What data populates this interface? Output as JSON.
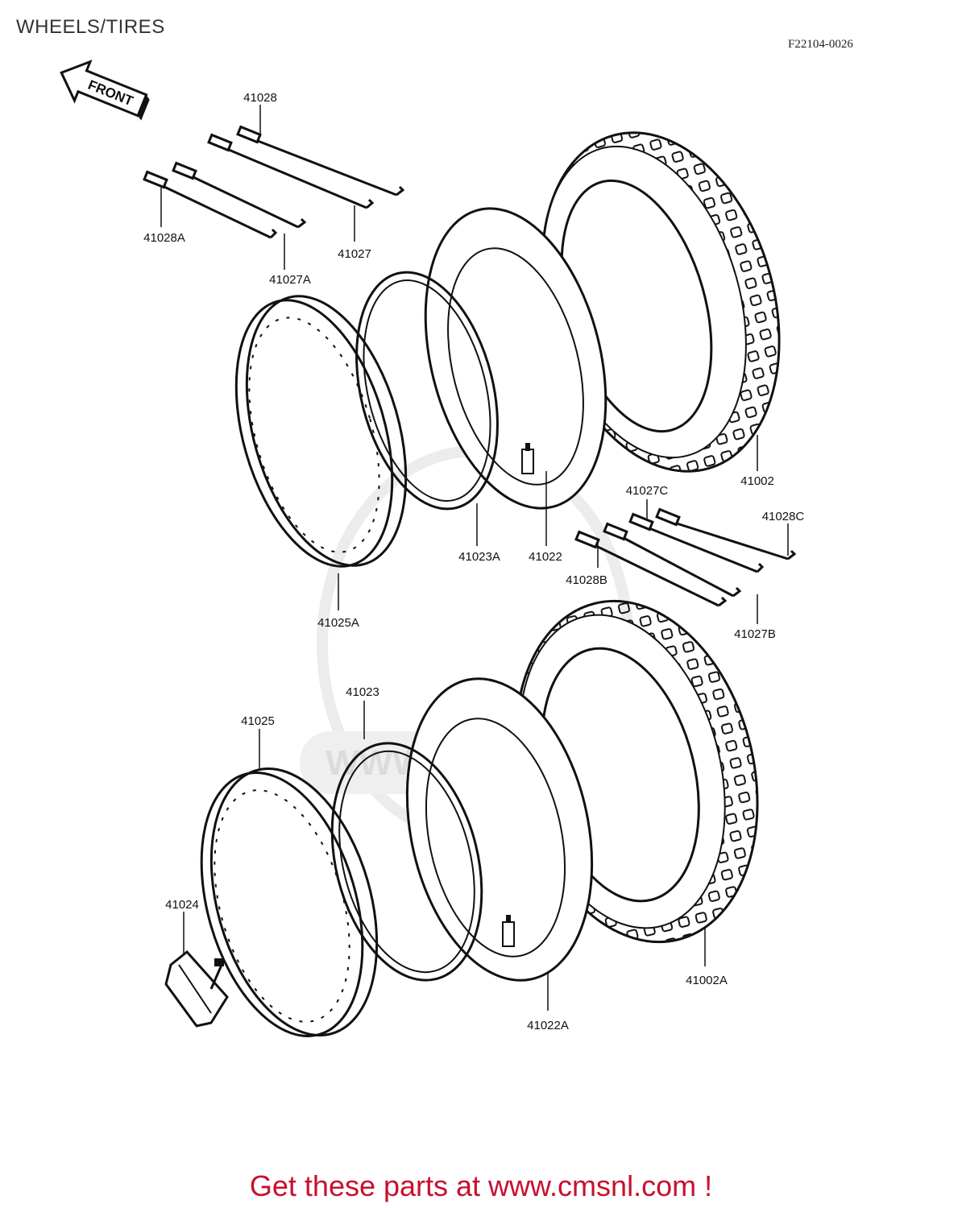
{
  "header": {
    "title": "WHEELS/TIRES",
    "diagram_code": "F22104-0026"
  },
  "front_arrow": {
    "label": "FRONT"
  },
  "watermark": {
    "text": "WWW.CMSNL.COM"
  },
  "parts": {
    "p41028": "41028",
    "p41027": "41027",
    "p41028A": "41028A",
    "p41027A": "41027A",
    "p41002": "41002",
    "p41023A": "41023A",
    "p41022": "41022",
    "p41025A": "41025A",
    "p41027C": "41027C",
    "p41028C": "41028C",
    "p41028B": "41028B",
    "p41027B": "41027B",
    "p41023": "41023",
    "p41025": "41025",
    "p41024": "41024",
    "p41002A": "41002A",
    "p41022A": "41022A"
  },
  "footer": {
    "text": "Get these parts at www.cmsnl.com !"
  },
  "colors": {
    "footer": "#c8102e",
    "lines": "#111111",
    "watermark": "#e6e6e6"
  }
}
